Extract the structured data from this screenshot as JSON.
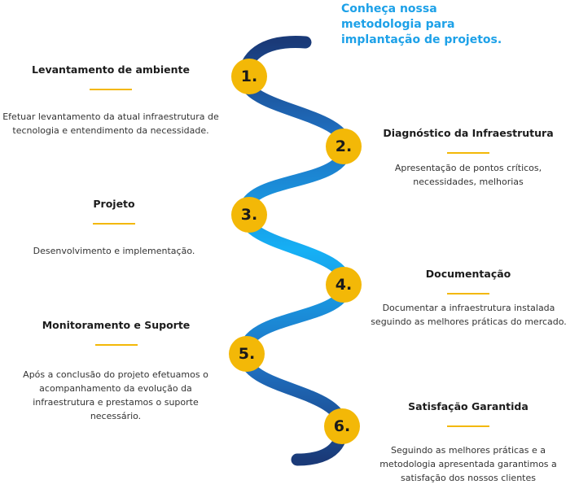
{
  "headline": "Conheça nossa metodologia para implantação de projetos.",
  "colors": {
    "accent": "#f3b807",
    "headline": "#1da1e8",
    "path_dark": "#1a3a78",
    "path_mid": "#1f6fc0",
    "path_light": "#16b0f5"
  },
  "steps": [
    {
      "number": "1.",
      "title": "Levantamento de ambiente",
      "description": "Efetuar levantamento da atual infraestrutura de tecnologia e entendimento da necessidade."
    },
    {
      "number": "2.",
      "title": "Diagnóstico da Infraestrutura",
      "description": "Apresentação de pontos críticos, necessidades, melhorias"
    },
    {
      "number": "3.",
      "title": "Projeto",
      "description": "Desenvolvimento e implementação."
    },
    {
      "number": "4.",
      "title": "Documentação",
      "description": "Documentar a infraestrutura instalada seguindo as melhores práticas do mercado."
    },
    {
      "number": "5.",
      "title": "Monitoramento e Suporte",
      "description": "Após a conclusão do projeto efetuamos o acompanhamento da evolução da infraestrutura e prestamos o suporte necessário."
    },
    {
      "number": "6.",
      "title": "Satisfação Garantida",
      "description": "Seguindo as melhores práticas e a metodologia apresentada garantimos a satisfação dos nossos clientes"
    }
  ]
}
